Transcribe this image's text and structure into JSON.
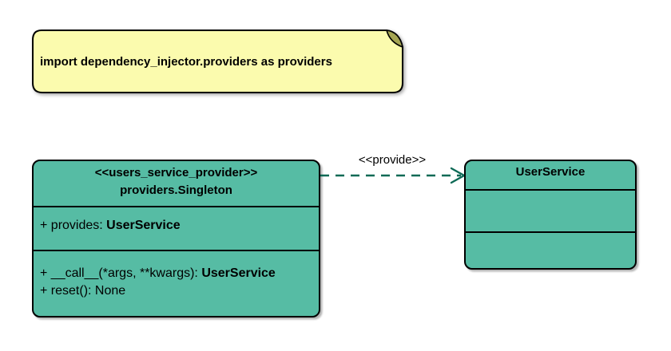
{
  "colors": {
    "background": "#FFFFFF",
    "class_fill": "#56BCA4",
    "note_fill": "#FBFBAE",
    "note_fold_fill": "#A5A553",
    "arrow_color": "#0D6A56",
    "border_color": "#000000",
    "text_color": "#000000"
  },
  "note": {
    "text": "import dependency_injector.providers as providers"
  },
  "provider_class": {
    "stereotype": "<<users_service_provider>>",
    "name": "providers.Singleton",
    "attributes": [
      {
        "text": "+ provides: ",
        "bold": "UserService"
      }
    ],
    "methods": [
      {
        "text": "+ __call__(*args, **kwargs): ",
        "bold": "UserService"
      },
      {
        "text": "+ reset(): None",
        "bold": ""
      }
    ]
  },
  "service_class": {
    "name": "UserService"
  },
  "relation": {
    "label": "<<provide>>"
  }
}
